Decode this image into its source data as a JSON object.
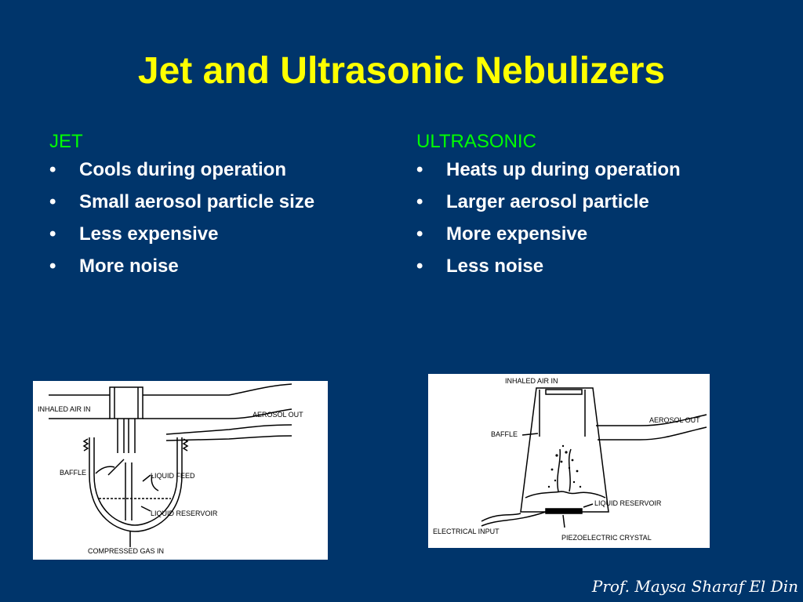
{
  "slide": {
    "title": "Jet and Ultrasonic Nebulizers",
    "credit": "Prof. Maysa Sharaf El Din",
    "bullet_char": "•",
    "colors": {
      "background": "#00356b",
      "title": "#ffff00",
      "heading": "#00ff00",
      "text": "#ffffff"
    }
  },
  "jet": {
    "heading": "JET",
    "items": [
      "Cools during operation",
      "Small aerosol particle size",
      "Less expensive",
      "More noise"
    ]
  },
  "ultrasonic": {
    "heading": "ULTRASONIC",
    "items": [
      "Heats up during operation",
      "Larger aerosol particle",
      "More expensive",
      "Less noise"
    ]
  },
  "jet_diagram": {
    "labels": {
      "inhaled_air": "INHALED AIR IN",
      "aerosol_out": "AEROSOL OUT",
      "baffle": "BAFFLE",
      "liquid_feed": "LIQUID FEED",
      "liquid_reservoir": "LIQUID RESERVOIR",
      "compressed_gas": "COMPRESSED GAS IN"
    }
  },
  "ultrasonic_diagram": {
    "labels": {
      "inhaled_air": "INHALED AIR IN",
      "aerosol_out": "AEROSOL OUT",
      "baffle": "BAFFLE",
      "liquid_reservoir": "LIQUID RESERVOIR",
      "electrical_input": "ELECTRICAL INPUT",
      "piezo_crystal": "PIEZOELECTRIC CRYSTAL"
    }
  }
}
